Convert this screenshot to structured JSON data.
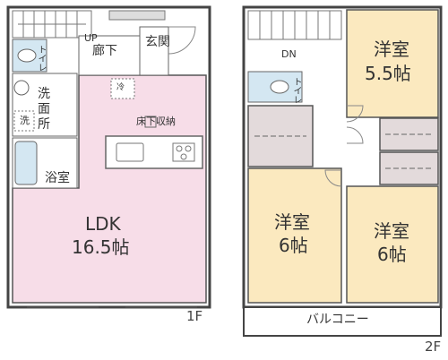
{
  "floors": {
    "first": {
      "floor_label": "1F",
      "ldk": {
        "name": "LDK",
        "size": "16.5帖"
      },
      "hall": "廊下",
      "entrance": "玄関",
      "washroom": [
        "洗",
        "面",
        "所"
      ],
      "bath": "浴室",
      "storage": "床下収納",
      "toilet": "トイレ",
      "up": "UP",
      "fridge": "冷",
      "washer": "洗"
    },
    "second": {
      "floor_label": "2F",
      "western_room_a": {
        "name": "洋室",
        "size": "5.5帖"
      },
      "western_room_b": {
        "name": "洋室",
        "size": "6帖"
      },
      "western_room_c": {
        "name": "洋室",
        "size": "6帖"
      },
      "balcony": "バルコニー",
      "toilet": "トイレ",
      "down": "DN"
    }
  },
  "colors": {
    "ldk": "#f7dde8",
    "western_room": "#fbe9bf",
    "closet": "#e3dadb",
    "wet_area": "#d4e7f2",
    "floor_plain": "#ffffff",
    "wall": "#444444"
  }
}
